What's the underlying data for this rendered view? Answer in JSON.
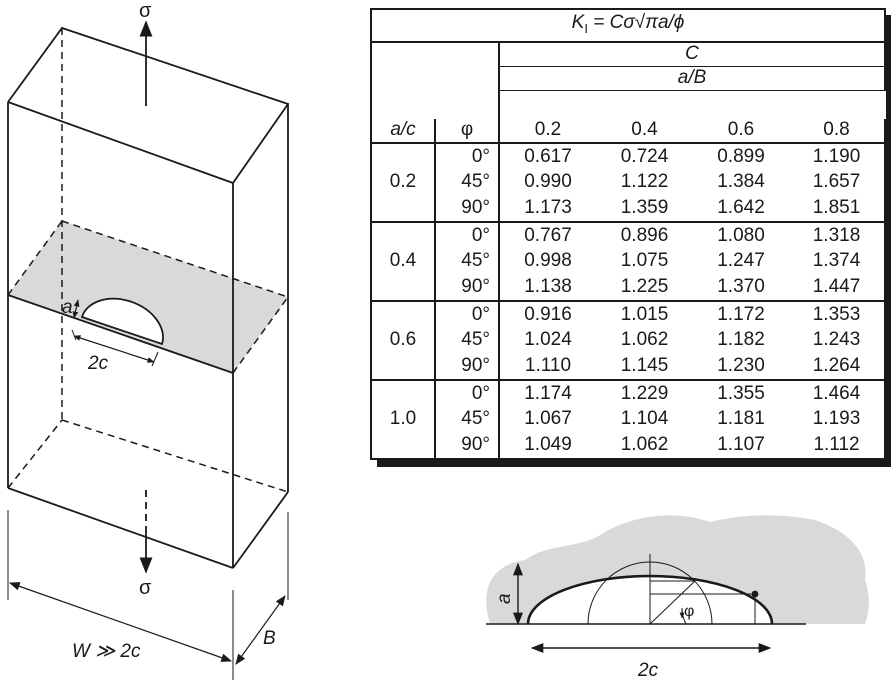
{
  "specimen": {
    "sigma_top": "σ",
    "sigma_bottom": "σ",
    "crack_depth": "a",
    "crack_length": "2c",
    "width_label": "W ≫ 2c",
    "thickness_label": "B"
  },
  "formula": {
    "k": "K",
    "k_sub": "I",
    "rest": " = Cσ√πa/ϕ"
  },
  "table": {
    "c_header": "C",
    "ab_header": "a/B",
    "ac_header": "a/c",
    "phi_header": "φ",
    "ab_values": [
      "0.2",
      "0.4",
      "0.6",
      "0.8"
    ],
    "groups": [
      {
        "ac": "0.2",
        "rows": [
          {
            "phi": "0°",
            "vals": [
              "0.617",
              "0.724",
              "0.899",
              "1.190"
            ]
          },
          {
            "phi": "45°",
            "vals": [
              "0.990",
              "1.122",
              "1.384",
              "1.657"
            ]
          },
          {
            "phi": "90°",
            "vals": [
              "1.173",
              "1.359",
              "1.642",
              "1.851"
            ]
          }
        ]
      },
      {
        "ac": "0.4",
        "rows": [
          {
            "phi": "0°",
            "vals": [
              "0.767",
              "0.896",
              "1.080",
              "1.318"
            ]
          },
          {
            "phi": "45°",
            "vals": [
              "0.998",
              "1.075",
              "1.247",
              "1.374"
            ]
          },
          {
            "phi": "90°",
            "vals": [
              "1.138",
              "1.225",
              "1.370",
              "1.447"
            ]
          }
        ]
      },
      {
        "ac": "0.6",
        "rows": [
          {
            "phi": "0°",
            "vals": [
              "0.916",
              "1.015",
              "1.172",
              "1.353"
            ]
          },
          {
            "phi": "45°",
            "vals": [
              "1.024",
              "1.062",
              "1.182",
              "1.243"
            ]
          },
          {
            "phi": "90°",
            "vals": [
              "1.110",
              "1.145",
              "1.230",
              "1.264"
            ]
          }
        ]
      },
      {
        "ac": "1.0",
        "rows": [
          {
            "phi": "0°",
            "vals": [
              "1.174",
              "1.229",
              "1.355",
              "1.464"
            ]
          },
          {
            "phi": "45°",
            "vals": [
              "1.067",
              "1.104",
              "1.181",
              "1.193"
            ]
          },
          {
            "phi": "90°",
            "vals": [
              "1.049",
              "1.062",
              "1.107",
              "1.112"
            ]
          }
        ]
      }
    ]
  },
  "detail": {
    "depth_label": "a",
    "angle_label": "φ",
    "length_label": "2c"
  },
  "colors": {
    "line": "#1a1a1a",
    "shade": "#d9d9d9"
  }
}
